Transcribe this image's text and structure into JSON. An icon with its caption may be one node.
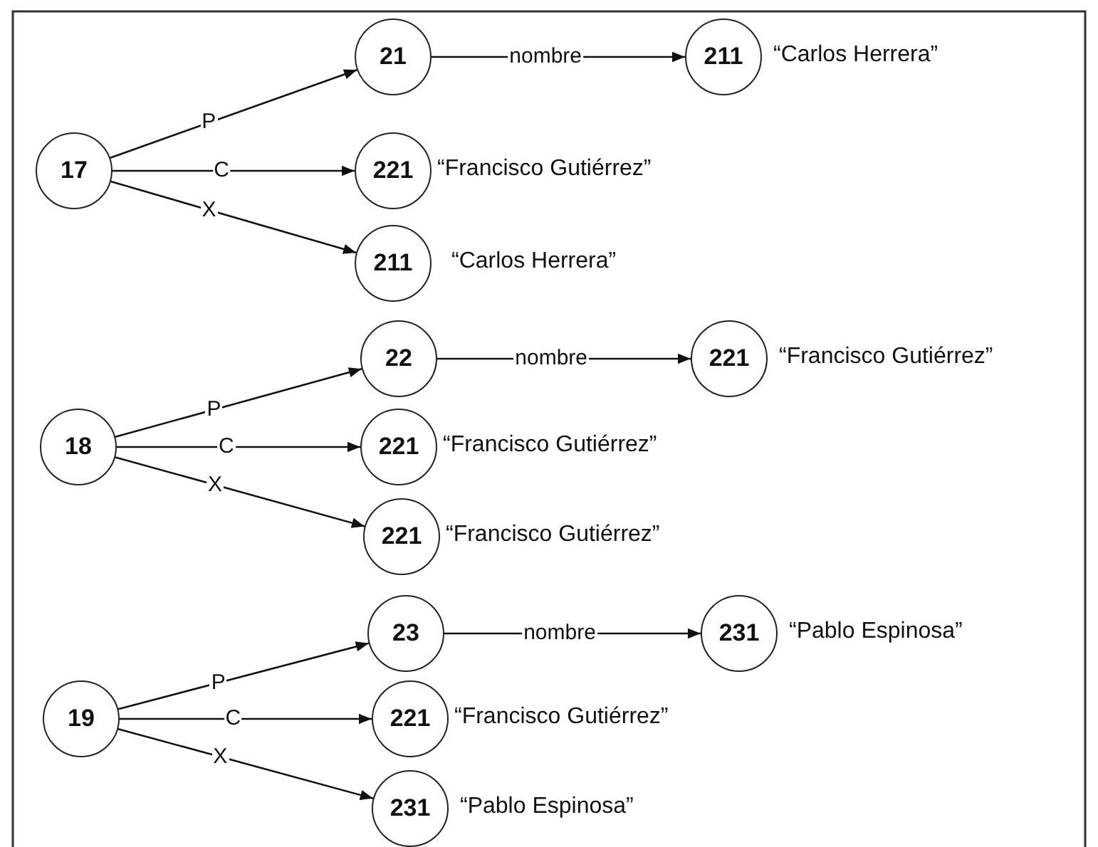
{
  "diagram": {
    "nodes": [
      {
        "text": [
          "21"
        ]
      },
      {
        "text": [
          "211"
        ],
        "beside": [
          "“Carlos Herrera”"
        ]
      },
      {
        "text": [
          "17"
        ]
      },
      {
        "text": [
          "221"
        ],
        "beside": [
          "“Francisco Gutiérrez”"
        ]
      },
      {
        "text": [
          "211"
        ],
        "beside": [
          "“Carlos Herrera”"
        ]
      },
      {
        "text": [
          "22"
        ]
      },
      {
        "text": [
          "221"
        ],
        "beside": [
          "“Francisco Gutiérrez”"
        ]
      },
      {
        "text": [
          "18"
        ]
      },
      {
        "text": [
          "221"
        ],
        "beside": [
          "“Francisco Gutiérrez”"
        ]
      },
      {
        "text": [
          "221"
        ],
        "beside": [
          "“Francisco Gutiérrez”"
        ]
      },
      {
        "text": [
          "23"
        ]
      },
      {
        "text": [
          "231"
        ],
        "beside": [
          "“Pablo Espinosa”"
        ]
      },
      {
        "text": [
          "19"
        ]
      },
      {
        "text": [
          "221"
        ],
        "beside": [
          "“Francisco Gutiérrez”"
        ]
      },
      {
        "text": [
          "231"
        ],
        "beside": [
          "“Pablo Espinosa”"
        ]
      }
    ],
    "edges": [
      {
        "from": 2,
        "to": 0,
        "arrow": "to",
        "label": "P"
      },
      {
        "from": 0,
        "to": 1,
        "arrow": "to",
        "label": "nombre"
      },
      {
        "from": 2,
        "to": 3,
        "arrow": "to",
        "label": "C"
      },
      {
        "from": 2,
        "to": 4,
        "arrow": "to",
        "label": "X"
      },
      {
        "from": 7,
        "to": 5,
        "arrow": "to",
        "label": "P"
      },
      {
        "from": 5,
        "to": 6,
        "arrow": "to",
        "label": "nombre"
      },
      {
        "from": 7,
        "to": 8,
        "arrow": "to",
        "label": "C"
      },
      {
        "from": 7,
        "to": 9,
        "arrow": "to",
        "label": "X"
      },
      {
        "from": 12,
        "to": 10,
        "arrow": "to",
        "label": "P"
      },
      {
        "from": 10,
        "to": 11,
        "arrow": "to",
        "label": "nombre"
      },
      {
        "from": 12,
        "to": 13,
        "arrow": "to",
        "label": "C"
      },
      {
        "from": 12,
        "to": 14,
        "arrow": "to",
        "label": "X"
      }
    ]
  }
}
